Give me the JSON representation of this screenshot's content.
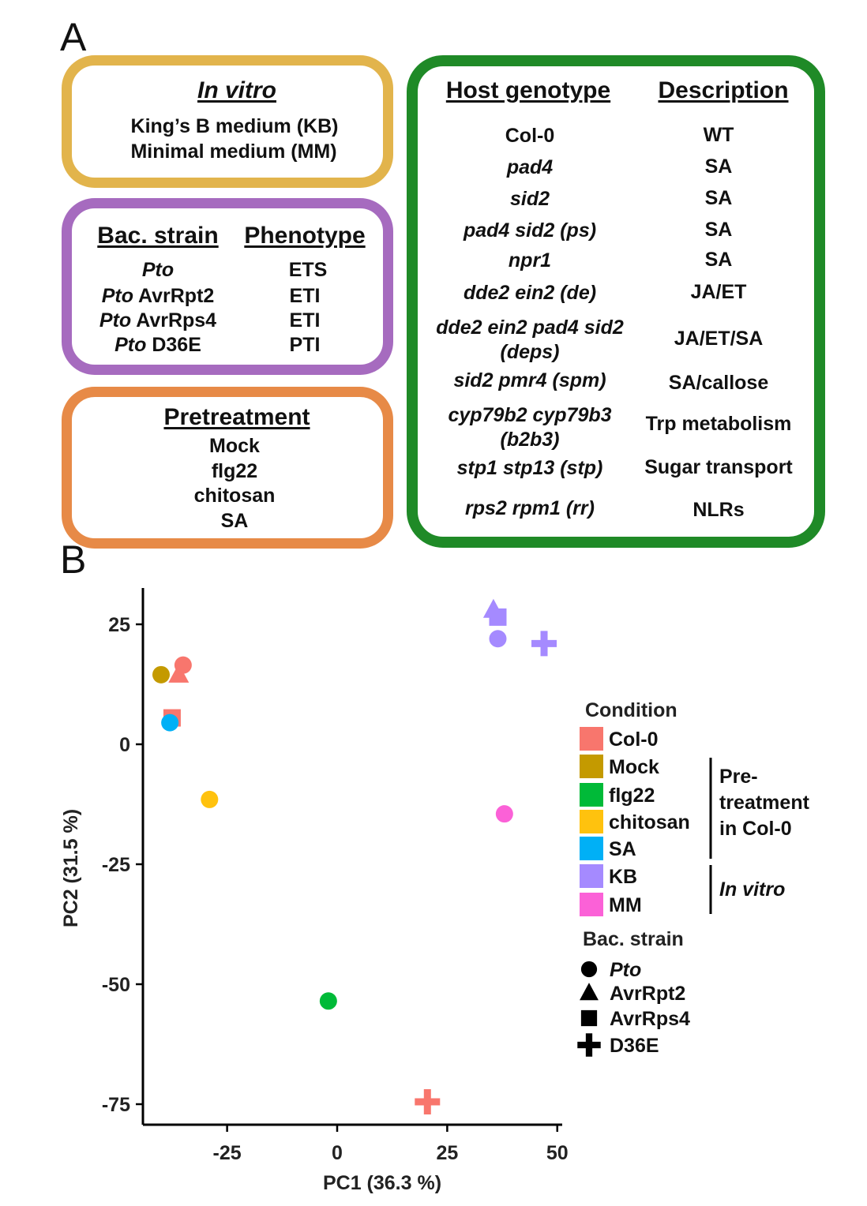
{
  "panels": {
    "a": "A",
    "b": "B"
  },
  "in_vitro": {
    "title": "In vitro",
    "lines": [
      "King’s B medium (KB)",
      "Minimal medium (MM)"
    ]
  },
  "strains": {
    "header_strain": "Bac. strain",
    "header_phenotype": "Phenotype",
    "rows": [
      {
        "pre": "Pto",
        "rest": "",
        "phenotype": "ETS"
      },
      {
        "pre": "Pto",
        "rest": " AvrRpt2",
        "phenotype": "ETI"
      },
      {
        "pre": "Pto",
        "rest": " AvrRps4",
        "phenotype": "ETI"
      },
      {
        "pre": "Pto",
        "rest": " D36E",
        "phenotype": "PTI"
      }
    ]
  },
  "pretreatment": {
    "title": "Pretreatment",
    "items": [
      "Mock",
      "flg22",
      "chitosan",
      "SA"
    ]
  },
  "host": {
    "header_genotype": "Host genotype",
    "header_description": "Description",
    "rows": [
      {
        "g1": "Col-0",
        "g1_italic": false,
        "g2": "",
        "desc": "WT"
      },
      {
        "g1": "pad4",
        "g1_italic": true,
        "g2": "",
        "desc": "SA"
      },
      {
        "g1": "sid2",
        "g1_italic": true,
        "g2": "",
        "desc": "SA"
      },
      {
        "g1": "pad4 sid2 (ps)",
        "g1_italic": true,
        "g2": "",
        "desc": "SA"
      },
      {
        "g1": "npr1",
        "g1_italic": true,
        "g2": "",
        "desc": "SA"
      },
      {
        "g1": "dde2 ein2 (de)",
        "g1_italic": true,
        "g2": "",
        "desc": "JA/ET"
      },
      {
        "g1": "dde2 ein2 pad4 sid2",
        "g1_italic": true,
        "g2": "(deps)",
        "desc": "JA/ET/SA"
      },
      {
        "g1": "sid2 pmr4 (spm)",
        "g1_italic": true,
        "g2": "",
        "desc": "SA/callose"
      },
      {
        "g1": "cyp79b2 cyp79b3",
        "g1_italic": true,
        "g2": "(b2b3)",
        "desc": "Trp metabolism"
      },
      {
        "g1": "stp1 stp13 (stp)",
        "g1_italic": true,
        "g2": "",
        "desc": "Sugar transport"
      },
      {
        "g1": "rps2 rpm1 (rr)",
        "g1_italic": true,
        "g2": "",
        "desc": "NLRs"
      }
    ]
  },
  "chart_data": {
    "type": "scatter",
    "xlabel": "PC1 (36.3 %)",
    "ylabel": "PC2 (31.5 %)",
    "xlim": [
      -45,
      52
    ],
    "ylim": [
      -78,
      33
    ],
    "xticks": [
      -25,
      0,
      25,
      50
    ],
    "yticks": [
      25,
      0,
      -25,
      -50,
      -75
    ],
    "points": [
      {
        "condition": "Mock",
        "strain": "Pto",
        "x": -40,
        "y": 14.5
      },
      {
        "condition": "Col-0",
        "strain": "Pto",
        "x": -35,
        "y": 16.5
      },
      {
        "condition": "Col-0",
        "strain": "AvrRpt2",
        "x": -36,
        "y": 14.5
      },
      {
        "condition": "Col-0",
        "strain": "AvrRps4",
        "x": -37.5,
        "y": 5.5
      },
      {
        "condition": "SA",
        "strain": "Pto",
        "x": -38,
        "y": 4.5
      },
      {
        "condition": "chitosan",
        "strain": "Pto",
        "x": -29,
        "y": -11.5
      },
      {
        "condition": "KB",
        "strain": "AvrRpt2",
        "x": 35.5,
        "y": 28
      },
      {
        "condition": "KB",
        "strain": "AvrRps4",
        "x": 36.5,
        "y": 26.5
      },
      {
        "condition": "KB",
        "strain": "Pto",
        "x": 36.5,
        "y": 22
      },
      {
        "condition": "KB",
        "strain": "D36E",
        "x": 47,
        "y": 21
      },
      {
        "condition": "MM",
        "strain": "Pto",
        "x": 38,
        "y": -14.5
      },
      {
        "condition": "flg22",
        "strain": "Pto",
        "x": -2,
        "y": -53.5
      },
      {
        "condition": "Col-0",
        "strain": "D36E",
        "x": 20.5,
        "y": -74.5
      }
    ],
    "legend": {
      "condition_title": "Condition",
      "conditions": [
        {
          "name": "Col-0",
          "color": "#f8766d"
        },
        {
          "name": "Mock",
          "color": "#c49a00"
        },
        {
          "name": "flg22",
          "color": "#00ba38"
        },
        {
          "name": "chitosan",
          "color": "#ffc20e"
        },
        {
          "name": "SA",
          "color": "#00b0f6"
        },
        {
          "name": "KB",
          "color": "#a58aff"
        },
        {
          "name": "MM",
          "color": "#fb61d7"
        }
      ],
      "pretreatment_lines": [
        "Pre-",
        "treatment",
        "in Col-0"
      ],
      "in_vitro_label": "In vitro",
      "strain_title": "Bac. strain",
      "strains": [
        {
          "name": "Pto",
          "shape": "circle",
          "italic": true
        },
        {
          "name": "AvrRpt2",
          "shape": "triangle",
          "italic": false
        },
        {
          "name": "AvrRps4",
          "shape": "square",
          "italic": false
        },
        {
          "name": "D36E",
          "shape": "cross",
          "italic": false
        }
      ]
    }
  }
}
